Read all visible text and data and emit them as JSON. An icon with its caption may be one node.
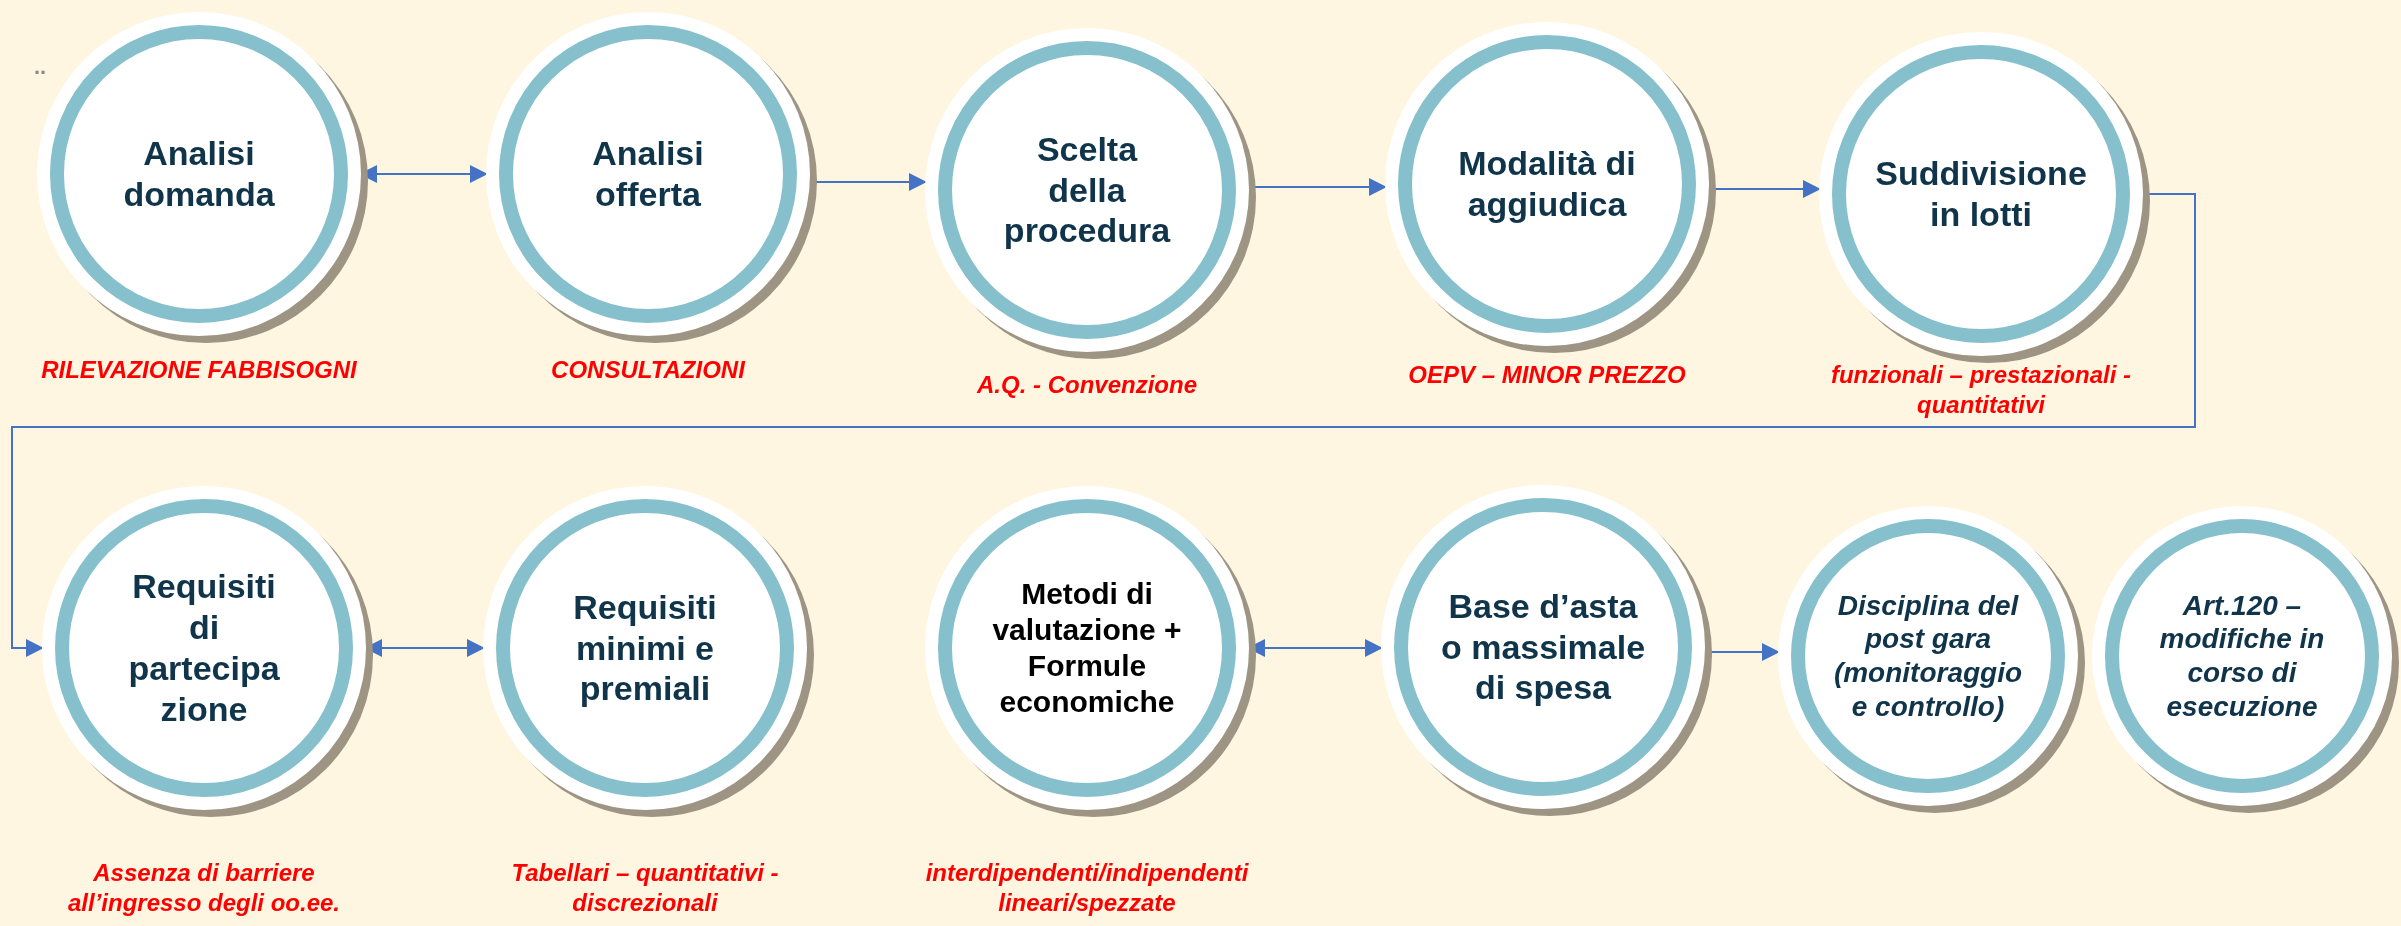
{
  "diagram": {
    "nodes": [
      {
        "text": [
          "Analisi domanda"
        ],
        "beside": [
          "RILEVAZIONE FABBISOGNI"
        ]
      },
      {
        "text": [
          "Analisi offerta"
        ],
        "beside": [
          "CONSULTAZIONI"
        ]
      },
      {
        "text": [
          "Scelta della procedura"
        ],
        "beside": [
          "A.Q. - Convenzione"
        ]
      },
      {
        "text": [
          "Modalità di aggiudica"
        ],
        "beside": [
          "OEPV – MINOR PREZZO"
        ]
      },
      {
        "text": [
          "Suddivisione in lotti"
        ],
        "beside": [
          "funzionali – prestazionali - quantitativi"
        ]
      },
      {
        "text": [
          "Requisiti di partecipa zione"
        ],
        "beside": [
          "Assenza di barriere all’ingresso degli oo.ee."
        ]
      },
      {
        "text": [
          "Requisiti minimi e premiali"
        ],
        "beside": [
          "Tabellari – quantitativi - discrezionali"
        ]
      },
      {
        "text": [
          "**Metodi** di valutazione **+ Formule** economiche"
        ],
        "beside": [
          "interdipendenti/indipendenti lineari/spezzate"
        ]
      },
      {
        "text": [
          "Base d’asta o massimale di spesa"
        ]
      },
      {
        "text": [
          "Disciplina del post gara (monitoraggio e controllo)"
        ]
      },
      {
        "text": [
          "Art.120 – modifiche in corso di esecuzione"
        ]
      }
    ],
    "edges": [
      {
        "from": 0,
        "to": 1,
        "arrow": "both"
      },
      {
        "from": 1,
        "to": 2,
        "arrow": "to"
      },
      {
        "from": 2,
        "to": 3,
        "arrow": "to"
      },
      {
        "from": 3,
        "to": 4,
        "arrow": "to"
      },
      {
        "from": 4,
        "to": 5,
        "arrow": "to"
      },
      {
        "from": 5,
        "to": 6,
        "arrow": "both"
      },
      {
        "from": 7,
        "to": 8,
        "arrow": "both"
      },
      {
        "from": 8,
        "to": 9,
        "arrow": "to"
      }
    ],
    "labels": [
      ".."
    ]
  }
}
